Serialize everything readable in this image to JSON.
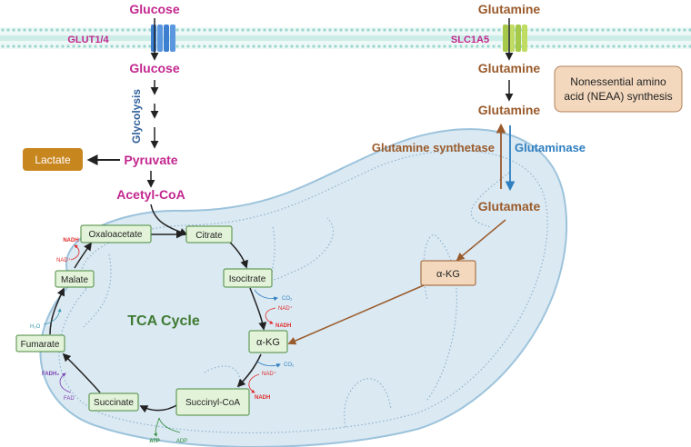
{
  "colors": {
    "magenta": "#c2288f",
    "brown": "#9a5b2c",
    "blue": "#2f7fc1",
    "tca_fill": "#e3f3d9",
    "tca_stroke": "#4a8a3c",
    "membrane": "#8fd0c8",
    "mito_fill": "#dbe9f2",
    "lactate_fill": "#c8861e",
    "nadh_red": "#e02b2b",
    "fadh_purple": "#7b3fb3",
    "atp_green": "#2e8b3a",
    "h2o_teal": "#3a9ab0"
  },
  "transporters": {
    "left": "GLUT1/4",
    "right": "SLC1A5"
  },
  "glucose_path": {
    "glucose_out": "Glucose",
    "glucose_in": "Glucose",
    "glycolysis": "Glycolysis",
    "pyruvate": "Pyruvate",
    "lactate": "Lactate",
    "acetyl_coa": "Acetyl-CoA"
  },
  "glutamine_path": {
    "glutamine_out": "Glutamine",
    "glutamine_in": "Glutamine",
    "glutamine_mito": "Glutamine",
    "glutamine_synthetase": "Glutamine synthetase",
    "glutaminase": "Glutaminase",
    "glutamate": "Glutamate",
    "akg_box": "α-KG",
    "neaa_line1": "Nonessential amino",
    "neaa_line2": "acid (NEAA) synthesis"
  },
  "tca": {
    "title": "TCA Cycle",
    "oxaloacetate": "Oxaloacetate",
    "citrate": "Citrate",
    "isocitrate": "Isocitrate",
    "akg": "α-KG",
    "succinyl_coa": "Succinyl-CoA",
    "succinate": "Succinate",
    "fumarate": "Fumarate",
    "malate": "Malate"
  },
  "cofactors": {
    "nadh": "NADH",
    "nad": "NAD⁺",
    "co2": "CO₂",
    "fadh2": "FADH₂",
    "fad": "FAD",
    "h2o": "H₂O",
    "atp": "ATP",
    "adp": "ADP"
  }
}
